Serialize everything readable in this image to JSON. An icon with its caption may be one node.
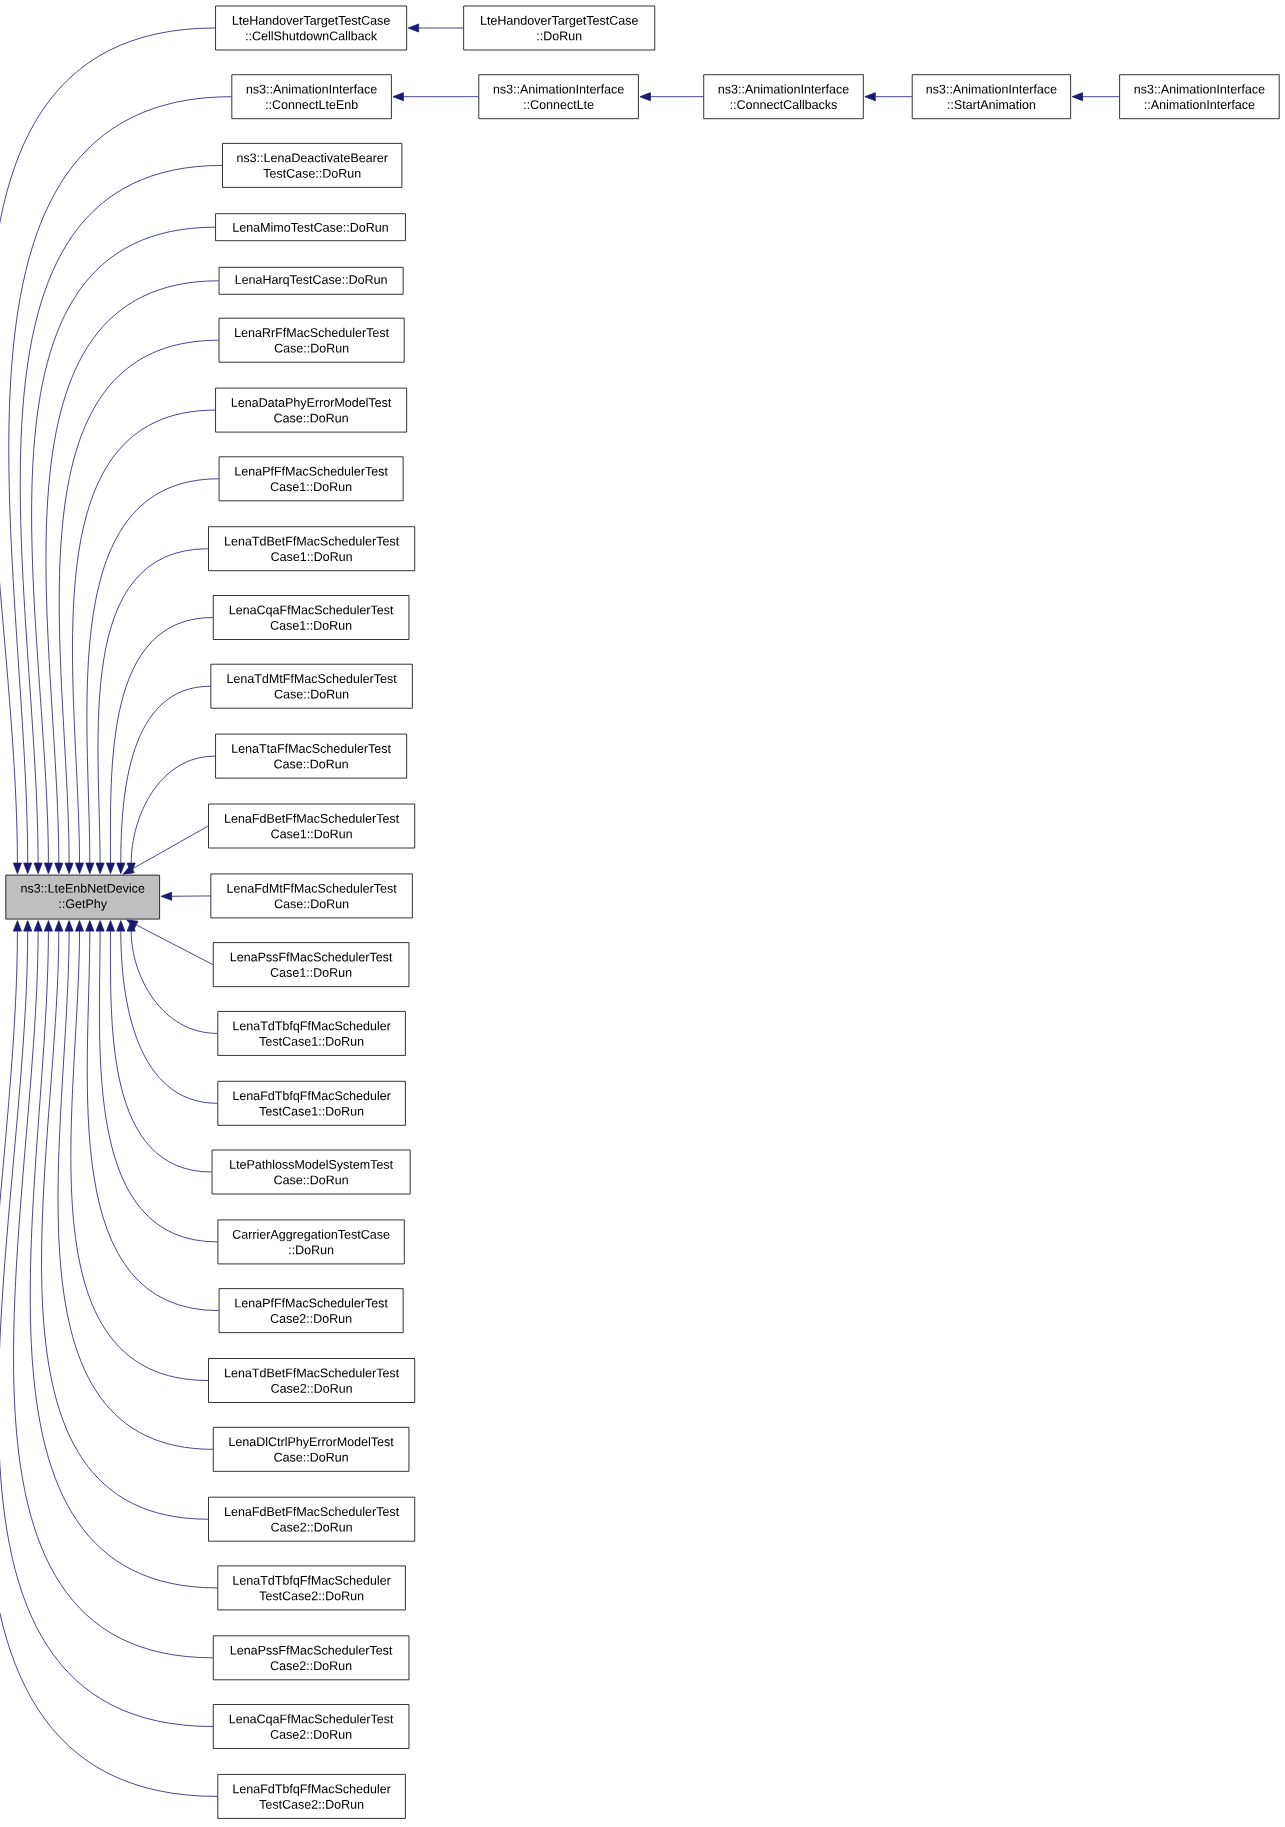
{
  "diagram": {
    "nodes": [
      {
        "text": [
          "ns3::LteEnbNetDevice ::GetPhy"
        ]
      },
      {
        "text": [
          "LteHandoverTargetTestCase ::CellShutdownCallback"
        ]
      },
      {
        "text": [
          "ns3::AnimationInterface ::ConnectLteEnb"
        ]
      },
      {
        "text": [
          "ns3::LenaDeactivateBearer TestCase::DoRun"
        ]
      },
      {
        "text": [
          "LenaMimoTestCase::DoRun"
        ]
      },
      {
        "text": [
          "LenaHarqTestCase::DoRun"
        ]
      },
      {
        "text": [
          "LenaRrFfMacSchedulerTest Case::DoRun"
        ]
      },
      {
        "text": [
          "LenaDataPhyErrorModelTest Case::DoRun"
        ]
      },
      {
        "text": [
          "LenaPfFfMacSchedulerTest Case1::DoRun"
        ]
      },
      {
        "text": [
          "LenaTdBetFfMacSchedulerTest Case1::DoRun"
        ]
      },
      {
        "text": [
          "LenaCqaFfMacSchedulerTest Case1::DoRun"
        ]
      },
      {
        "text": [
          "LenaTdMtFfMacSchedulerTest Case::DoRun"
        ]
      },
      {
        "text": [
          "LenaTtaFfMacSchedulerTest Case::DoRun"
        ]
      },
      {
        "text": [
          "LenaFdBetFfMacSchedulerTest Case1::DoRun"
        ]
      },
      {
        "text": [
          "LenaFdMtFfMacSchedulerTest Case::DoRun"
        ]
      },
      {
        "text": [
          "LenaPssFfMacSchedulerTest Case1::DoRun"
        ]
      },
      {
        "text": [
          "LenaTdTbfqFfMacScheduler TestCase1::DoRun"
        ]
      },
      {
        "text": [
          "LenaFdTbfqFfMacScheduler TestCase1::DoRun"
        ]
      },
      {
        "text": [
          "LtePathlossModelSystemTest Case::DoRun"
        ]
      },
      {
        "text": [
          "CarrierAggregationTestCase ::DoRun"
        ]
      },
      {
        "text": [
          "LenaPfFfMacSchedulerTest Case2::DoRun"
        ]
      },
      {
        "text": [
          "LenaTdBetFfMacSchedulerTest Case2::DoRun"
        ]
      },
      {
        "text": [
          "LenaDlCtrlPhyErrorModelTest Case::DoRun"
        ]
      },
      {
        "text": [
          "LenaFdBetFfMacSchedulerTest Case2::DoRun"
        ]
      },
      {
        "text": [
          "LenaTdTbfqFfMacScheduler TestCase2::DoRun"
        ]
      },
      {
        "text": [
          "LenaPssFfMacSchedulerTest Case2::DoRun"
        ]
      },
      {
        "text": [
          "LenaCqaFfMacSchedulerTest Case2::DoRun"
        ]
      },
      {
        "text": [
          "LenaFdTbfqFfMacScheduler TestCase2::DoRun"
        ]
      },
      {
        "text": [
          "LteHandoverTargetTestCase ::DoRun"
        ]
      },
      {
        "text": [
          "ns3::AnimationInterface ::ConnectLte"
        ]
      },
      {
        "text": [
          "ns3::AnimationInterface ::ConnectCallbacks"
        ]
      },
      {
        "text": [
          "ns3::AnimationInterface ::StartAnimation"
        ]
      },
      {
        "text": [
          "ns3::AnimationInterface ::AnimationInterface"
        ]
      }
    ],
    "edges": [
      {
        "from": 1,
        "to": 0,
        "arrow": "to"
      },
      {
        "from": 2,
        "to": 0,
        "arrow": "to"
      },
      {
        "from": 3,
        "to": 0,
        "arrow": "to"
      },
      {
        "from": 4,
        "to": 0,
        "arrow": "to"
      },
      {
        "from": 5,
        "to": 0,
        "arrow": "to"
      },
      {
        "from": 6,
        "to": 0,
        "arrow": "to"
      },
      {
        "from": 7,
        "to": 0,
        "arrow": "to"
      },
      {
        "from": 8,
        "to": 0,
        "arrow": "to"
      },
      {
        "from": 9,
        "to": 0,
        "arrow": "to"
      },
      {
        "from": 10,
        "to": 0,
        "arrow": "to"
      },
      {
        "from": 11,
        "to": 0,
        "arrow": "to"
      },
      {
        "from": 12,
        "to": 0,
        "arrow": "to"
      },
      {
        "from": 13,
        "to": 0,
        "arrow": "to"
      },
      {
        "from": 14,
        "to": 0,
        "arrow": "to"
      },
      {
        "from": 15,
        "to": 0,
        "arrow": "to"
      },
      {
        "from": 16,
        "to": 0,
        "arrow": "to"
      },
      {
        "from": 17,
        "to": 0,
        "arrow": "to"
      },
      {
        "from": 18,
        "to": 0,
        "arrow": "to"
      },
      {
        "from": 19,
        "to": 0,
        "arrow": "to"
      },
      {
        "from": 20,
        "to": 0,
        "arrow": "to"
      },
      {
        "from": 21,
        "to": 0,
        "arrow": "to"
      },
      {
        "from": 22,
        "to": 0,
        "arrow": "to"
      },
      {
        "from": 23,
        "to": 0,
        "arrow": "to"
      },
      {
        "from": 24,
        "to": 0,
        "arrow": "to"
      },
      {
        "from": 25,
        "to": 0,
        "arrow": "to"
      },
      {
        "from": 26,
        "to": 0,
        "arrow": "to"
      },
      {
        "from": 27,
        "to": 0,
        "arrow": "to"
      },
      {
        "from": 28,
        "to": 1,
        "arrow": "to"
      },
      {
        "from": 29,
        "to": 2,
        "arrow": "to"
      },
      {
        "from": 30,
        "to": 29,
        "arrow": "to"
      },
      {
        "from": 31,
        "to": 30,
        "arrow": "to"
      },
      {
        "from": 32,
        "to": 31,
        "arrow": "to"
      }
    ]
  }
}
